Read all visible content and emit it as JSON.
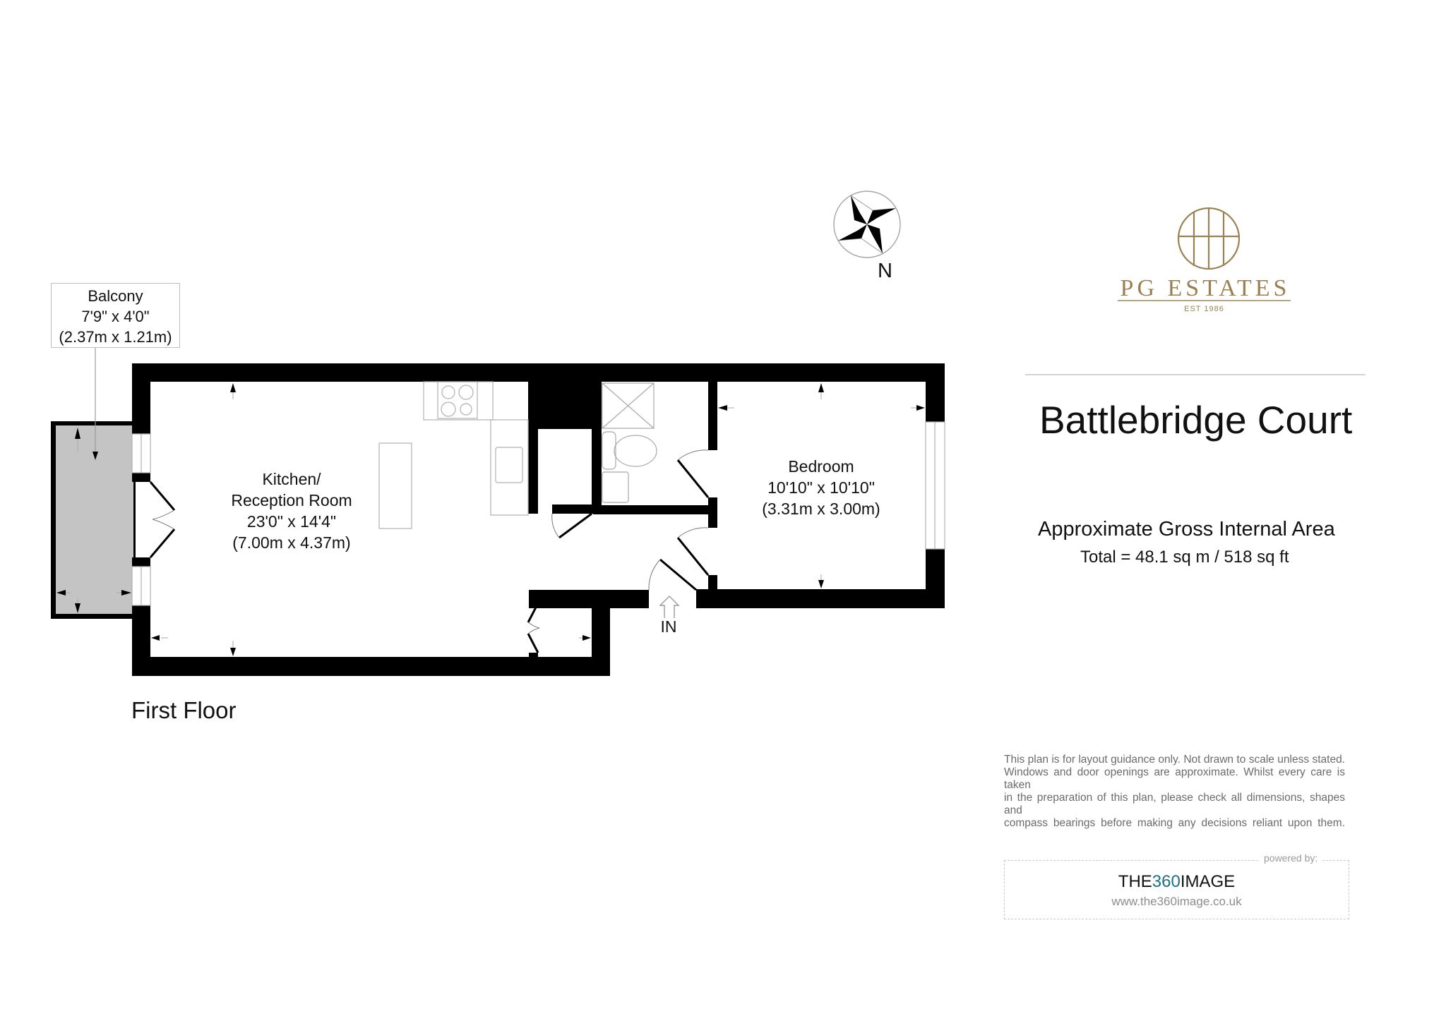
{
  "property": {
    "title": "Battlebridge Court",
    "floor_label": "First Floor",
    "area_heading": "Approximate Gross Internal Area",
    "area_total": "Total = 48.1 sq m / 518 sq ft",
    "area_sq_m": 48.1,
    "area_sq_ft": 518
  },
  "agency": {
    "name": "PG ESTATES",
    "tagline": "EST 1986",
    "brand_color": "#9a8152"
  },
  "compass": {
    "label": "N",
    "icon": "compass-rose-icon"
  },
  "rooms": [
    {
      "id": "balcony",
      "name": "Balcony",
      "imperial": "7'9\" x 4'0\"",
      "metric": "(2.37m x 1.21m)"
    },
    {
      "id": "kitchen",
      "name_line1": "Kitchen/",
      "name_line2": "Reception Room",
      "imperial": "23'0\" x 14'4\"",
      "metric": "(7.00m x 4.37m)"
    },
    {
      "id": "bedroom",
      "name": "Bedroom",
      "imperial": "10'10\" x 10'10\"",
      "metric": "(3.31m x 3.00m)"
    }
  ],
  "entrance": {
    "label": "IN",
    "icon": "entrance-arrow-icon"
  },
  "disclaimer": {
    "lines": [
      "This plan is for layout guidance only. Not drawn to scale unless stated.",
      "Windows and door openings are approximate. Whilst every care is taken",
      "in the preparation of this plan, please check all dimensions, shapes and",
      "compass bearings before making any decisions reliant upon them."
    ]
  },
  "credit": {
    "powered_by": "powered by:",
    "brand_prefix": "THE",
    "brand_accent": "360",
    "brand_suffix": "IMAGE",
    "url": "www.the360image.co.uk",
    "accent_color": "#1b6f8a"
  }
}
